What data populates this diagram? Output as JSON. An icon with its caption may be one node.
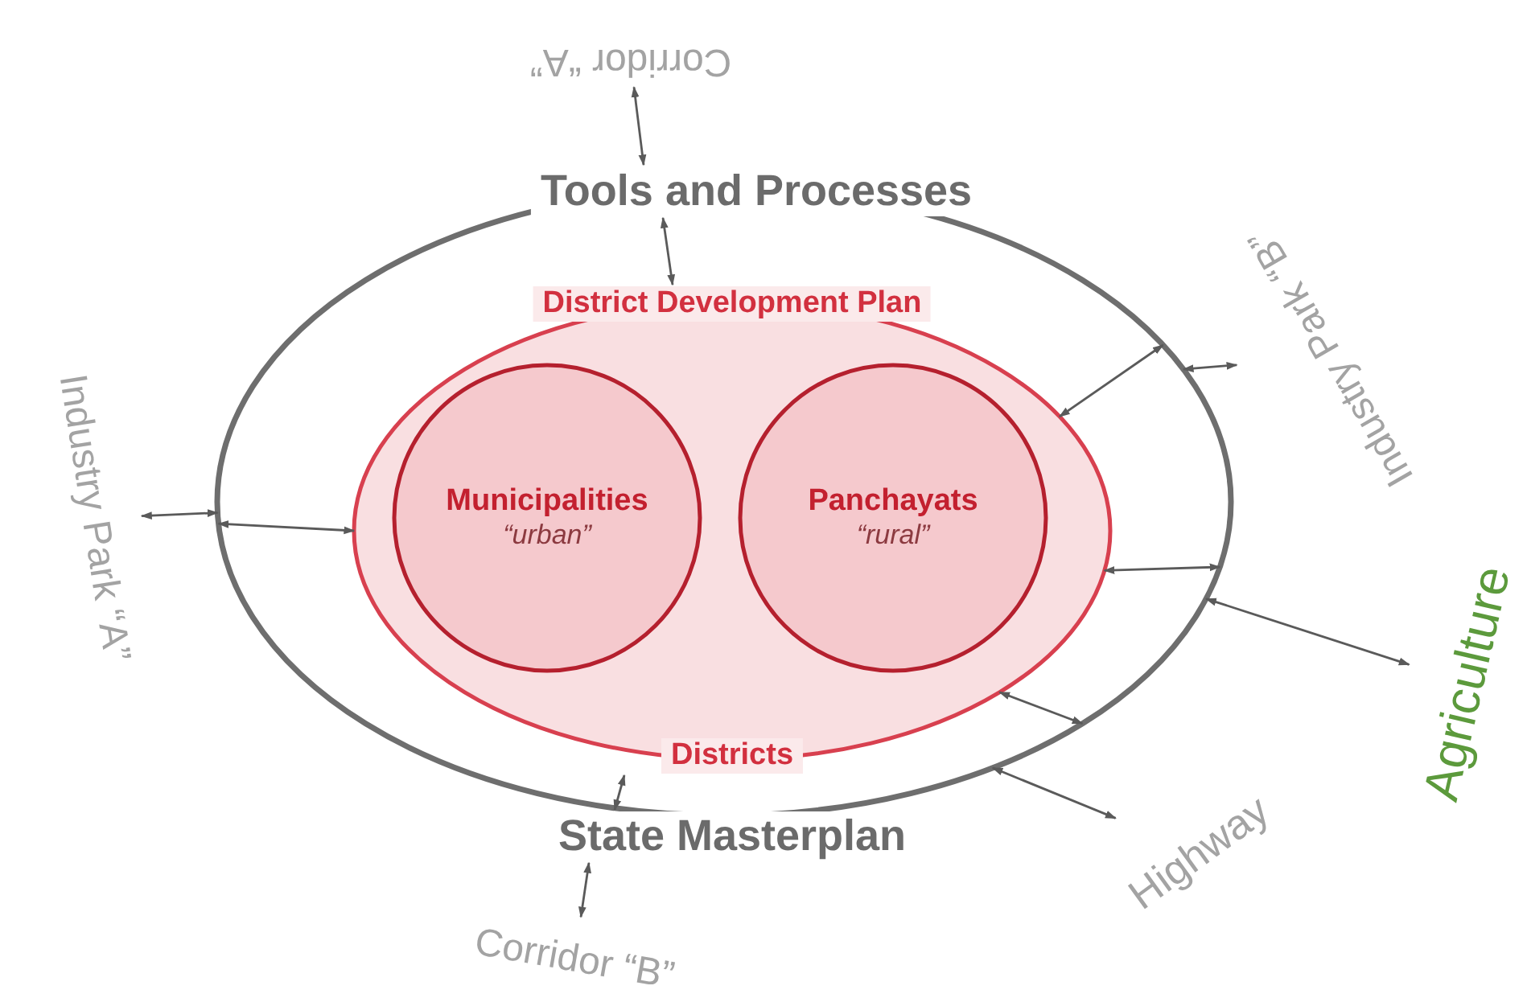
{
  "diagram": {
    "nodes": [
      {
        "text": [
          "Tools and Processes",
          "State Masterplan"
        ]
      },
      {
        "text": [
          "District Development Plan",
          "Districts"
        ],
        "in": 0
      },
      {
        "text": [
          "Municipalities",
          "“urban”"
        ],
        "in": 1
      },
      {
        "text": [
          "Panchayats",
          "“rural”"
        ],
        "in": 1
      },
      {
        "text": [
          "Corridor “A”"
        ]
      },
      {
        "text": [
          "Industry Park “B”"
        ]
      },
      {
        "text": [
          "Industry Park “A”"
        ]
      },
      {
        "text": [
          "Agriculture"
        ]
      },
      {
        "text": [
          "Highway"
        ]
      },
      {
        "text": [
          "Corridor “B”"
        ]
      }
    ],
    "edges": [
      {
        "from": 4,
        "to": 0,
        "arrow": "both"
      },
      {
        "from": 0,
        "to": 1,
        "arrow": "both"
      },
      {
        "from": 6,
        "to": 0,
        "arrow": "both"
      },
      {
        "from": 0,
        "to": 1,
        "arrow": "both"
      },
      {
        "from": 1,
        "to": 0,
        "arrow": "both"
      },
      {
        "from": 0,
        "to": 5,
        "arrow": "both"
      },
      {
        "from": 1,
        "to": 0,
        "arrow": "both"
      },
      {
        "from": 0,
        "to": 7,
        "arrow": "both"
      },
      {
        "from": 1,
        "to": 0,
        "arrow": "both"
      },
      {
        "from": 0,
        "to": 8,
        "arrow": "both"
      },
      {
        "from": 1,
        "to": 0,
        "arrow": "both"
      },
      {
        "from": 0,
        "to": 9,
        "arrow": "both"
      }
    ]
  }
}
